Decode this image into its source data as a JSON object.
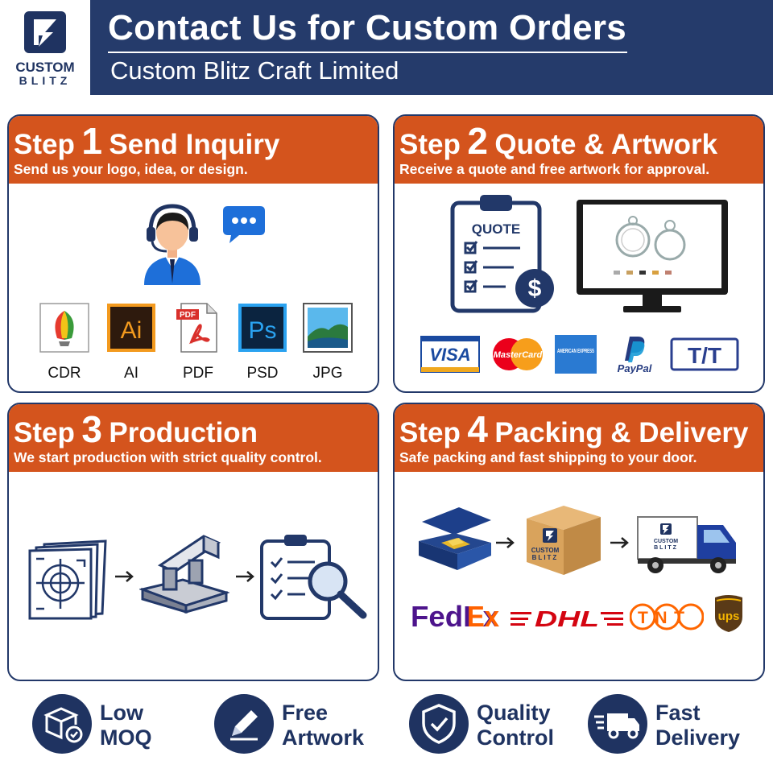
{
  "header": {
    "logo_line1": "CUSTOM",
    "logo_line2": "BLITZ",
    "title": "Contact Us for Custom Orders",
    "subtitle": "Custom Blitz Craft Limited"
  },
  "colors": {
    "navy": "#253b6b",
    "orange": "#d4541d",
    "white": "#ffffff"
  },
  "steps": [
    {
      "word": "Step",
      "number": "1",
      "name": "Send Inquiry",
      "description": "Send us your logo, idea, or design.",
      "icons": [
        "customer-support-headset-icon",
        "chat-bubble-icon"
      ],
      "formats": [
        "CDR",
        "AI",
        "PDF",
        "PSD",
        "JPG"
      ]
    },
    {
      "word": "Step",
      "number": "2",
      "name": "Quote & Artwork",
      "description": "Receive a quote and free artwork for approval.",
      "quote_label": "QUOTE",
      "icons": [
        "quote-clipboard-icon",
        "monitor-artwork-icon"
      ],
      "payments": [
        "VISA",
        "MasterCard",
        "AMERICAN EXPRESS",
        "PayPal",
        "T/T"
      ]
    },
    {
      "word": "Step",
      "number": "3",
      "name": "Production",
      "description": "We start production with strict quality control.",
      "icons": [
        "blueprint-icon",
        "machine-icon",
        "inspection-checklist-icon"
      ]
    },
    {
      "word": "Step",
      "number": "4",
      "name": "Packing & Delivery",
      "description": "Safe packing and fast shipping to your door.",
      "box_line1": "CUSTOM",
      "box_line2": "BLITZ",
      "truck_line1": "CUSTOM",
      "truck_line2": "BLITZ",
      "icons": [
        "gift-box-icon",
        "shipping-box-icon",
        "delivery-truck-icon"
      ],
      "couriers": [
        "FedEx",
        "DHL",
        "TNT",
        "ups"
      ]
    }
  ],
  "features": [
    {
      "line1": "Low",
      "line2": "MOQ",
      "icon": "box-check-icon"
    },
    {
      "line1": "Free",
      "line2": "Artwork",
      "icon": "pencil-icon"
    },
    {
      "line1": "Quality",
      "line2": "Control",
      "icon": "shield-check-icon"
    },
    {
      "line1": "Fast",
      "line2": "Delivery",
      "icon": "fast-truck-icon"
    }
  ]
}
